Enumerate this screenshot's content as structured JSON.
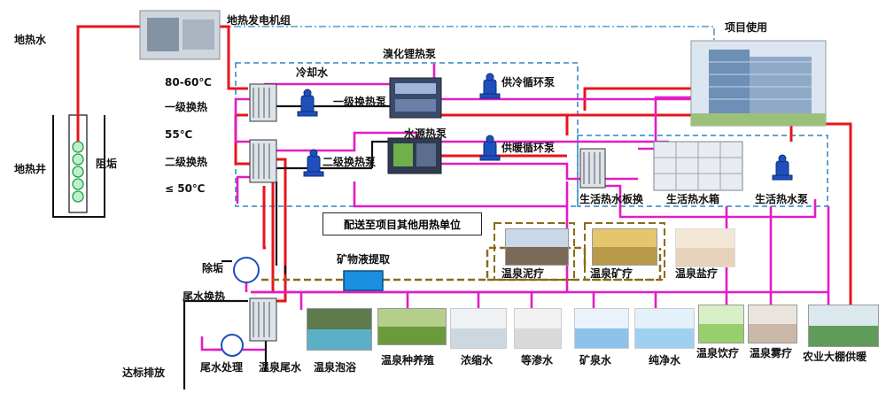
{
  "labels": {
    "geothermal_water": "地热水",
    "geothermal_well": "地热井",
    "scaling": "阻垢",
    "generator_set": "地热发电机组",
    "project_use": "项目使用",
    "libr_heat_pump": "溴化锂热泵",
    "cooling_water": "冷却水",
    "temp_80_60": "80-60℃",
    "primary_exchange": "一级换热",
    "temp_55": "55℃",
    "secondary_exchange": "二级换热",
    "temp_le_50": "≤ 50℃",
    "primary_pump": "一级换热泵",
    "secondary_pump": "二级换热泵",
    "water_source_heat_pump": "水源热泵",
    "cooling_supply_pump": "供冷循环泵",
    "heating_supply_pump": "供暖循环泵",
    "dhw_plate_exchanger": "生活热水板换",
    "dhw_tank": "生活热水箱",
    "dhw_pump": "生活热水泵",
    "supply_other_units": "配送至项目其他用热单位",
    "descaling": "除垢",
    "tail_water_exchange": "尾水换热",
    "mineral_extraction": "矿物液提取",
    "mud_therapy": "温泉泥疗",
    "mineral_therapy": "温泉矿疗",
    "salt_therapy": "温泉盐疗",
    "compliant_discharge": "达标排放",
    "tail_water_treatment": "尾水处理",
    "hot_spring_tail_water": "温泉尾水",
    "hot_spring_bathing": "温泉泡浴",
    "planting_breeding": "温泉种养殖",
    "concentrate": "浓缩水",
    "isotonic_water": "等渗水",
    "mineral_water": "矿泉水",
    "pure_water": "纯净水",
    "drinking_therapy": "温泉饮疗",
    "mist_therapy": "温泉雾疗",
    "greenhouse_heating": "农业大棚供暖"
  },
  "colors": {
    "geothermal_line": "#e8141b",
    "return_line": "#e21cc4",
    "black_line": "#111111",
    "mineral_line": "#8a6a1c",
    "dashed_box": "#2a86c4",
    "pump_blue": "#1f4fbd",
    "mineral_box": "#1b8fe0"
  },
  "icons": [
    "plate-heat-exchanger-icon",
    "pump-icon",
    "heat-pump-unit-icon",
    "water-tank-icon",
    "descaler-icon",
    "well-coil-icon",
    "building-icon"
  ]
}
